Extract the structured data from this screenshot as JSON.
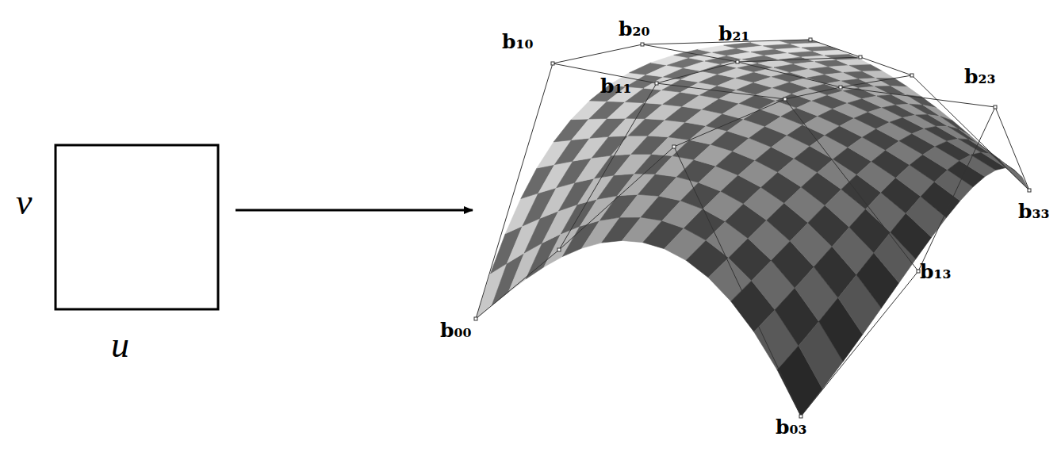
{
  "diagram": {
    "labels": [
      "v",
      "u",
      "b₁₀",
      "b₂₀",
      "b₂₁",
      "b₁₁",
      "b₂₃",
      "b₃₃",
      "b₁₃",
      "b₀₀",
      "b₀₃"
    ]
  }
}
